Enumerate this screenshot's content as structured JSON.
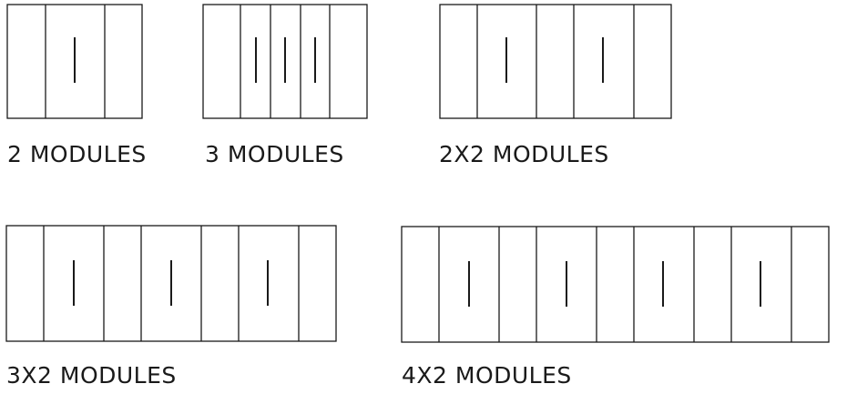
{
  "captions": {
    "two": "2 MODULES",
    "three": "3 MODULES",
    "two_by_two": "2X2 MODULES",
    "three_by_two": "3X2 MODULES",
    "four_by_two": "4X2 MODULES"
  },
  "colors": {
    "stroke": "#1a1a1a",
    "fill": "#ffffff"
  }
}
